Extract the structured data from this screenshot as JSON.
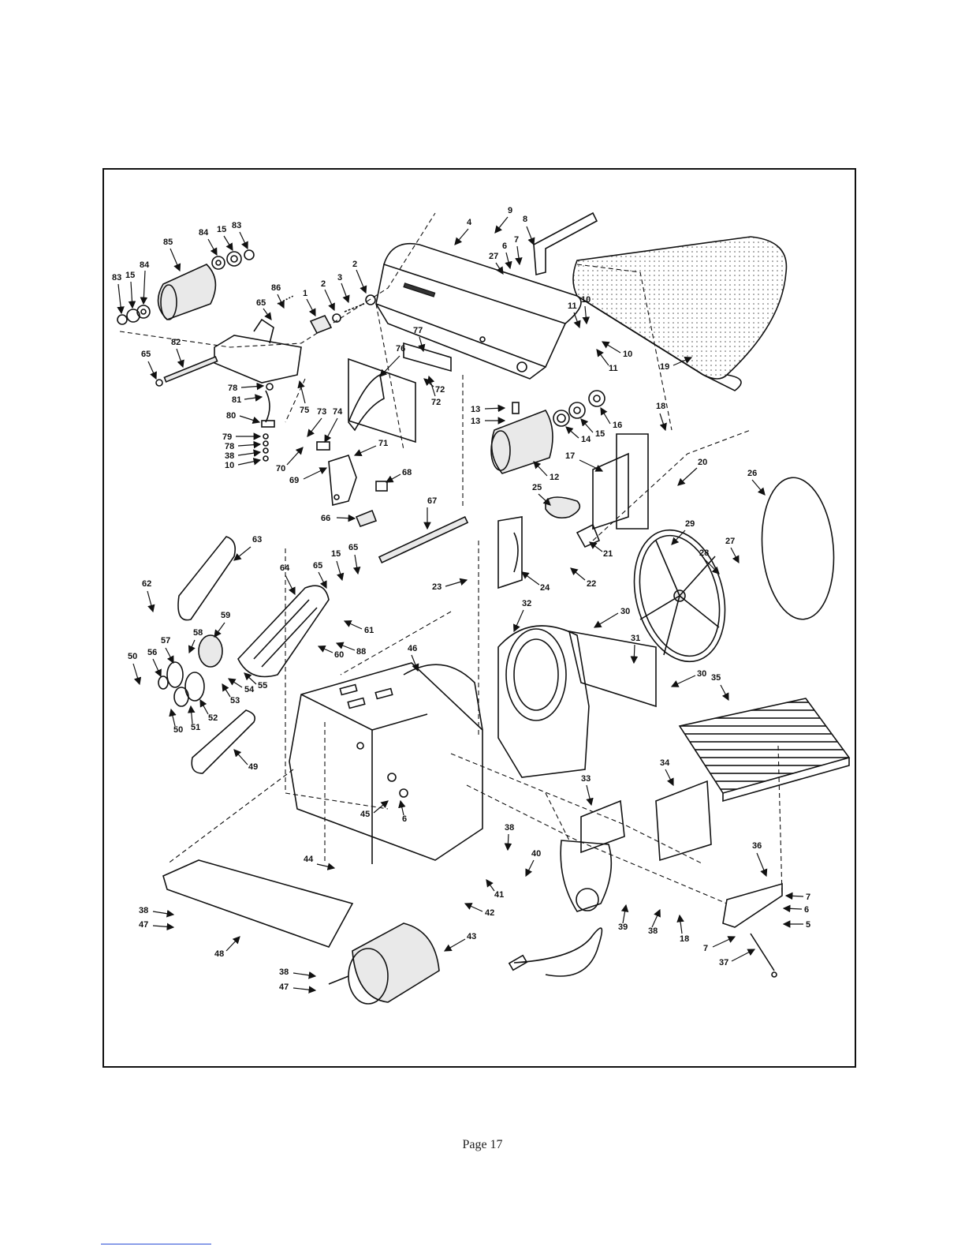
{
  "page": {
    "number_label": "Page 17"
  },
  "diagram": {
    "labels": [
      "83",
      "15",
      "84",
      "85",
      "84",
      "15",
      "83",
      "86",
      "65",
      "1",
      "2",
      "3",
      "2",
      "82",
      "65",
      "78",
      "81",
      "75",
      "80",
      "79",
      "78",
      "38",
      "10",
      "73",
      "74",
      "70",
      "69",
      "71",
      "76",
      "77",
      "72",
      "72",
      "66",
      "68",
      "67",
      "4",
      "9",
      "8",
      "27",
      "6",
      "7",
      "11",
      "10",
      "10",
      "11",
      "19",
      "13",
      "13",
      "12",
      "14",
      "15",
      "16",
      "18",
      "17",
      "20",
      "25",
      "21",
      "22",
      "24",
      "23",
      "26",
      "28",
      "27",
      "29",
      "63",
      "62",
      "64",
      "65",
      "15",
      "65",
      "61",
      "88",
      "60",
      "59",
      "58",
      "57",
      "56",
      "50",
      "55",
      "54",
      "53",
      "51",
      "52",
      "50",
      "49",
      "46",
      "32",
      "30",
      "31",
      "30",
      "35",
      "33",
      "34",
      "6",
      "45",
      "38",
      "40",
      "41",
      "42",
      "39",
      "38",
      "18",
      "36",
      "7",
      "6",
      "5",
      "7",
      "37",
      "44",
      "38",
      "47",
      "48",
      "43",
      "38",
      "47"
    ]
  }
}
